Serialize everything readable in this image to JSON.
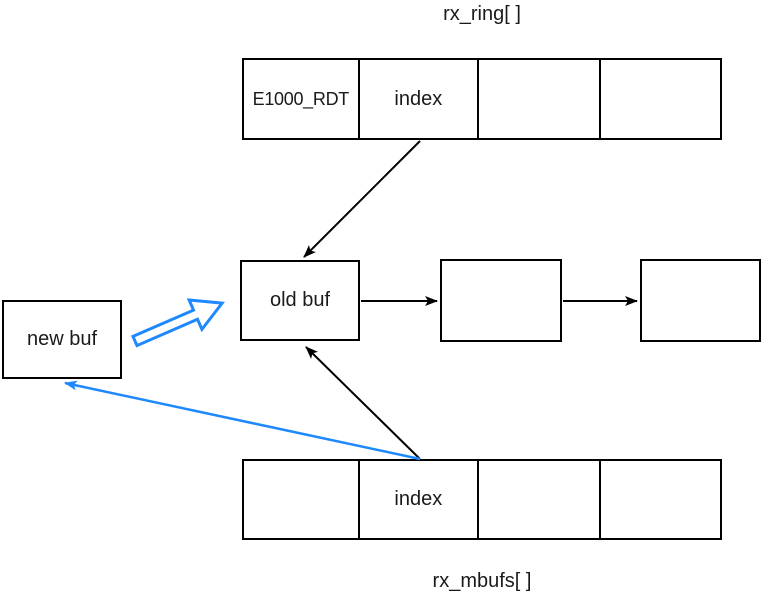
{
  "diagram": {
    "description": "E1000 receive ring buffer swap diagram",
    "colors": {
      "stroke": "#000000",
      "accent_blue": "#1E88FF",
      "text": "#1a1a1a",
      "background": "#ffffff"
    },
    "rx_ring": {
      "label": "rx_ring[ ]",
      "cells": [
        "E1000_RDT",
        "index",
        "",
        ""
      ]
    },
    "rx_mbufs": {
      "label": "rx_mbufs[ ]",
      "cells": [
        "",
        "index",
        "",
        ""
      ]
    },
    "nodes": {
      "old_buf": "old buf",
      "new_buf": "new buf",
      "chain_box_2": "",
      "chain_box_3": ""
    }
  }
}
